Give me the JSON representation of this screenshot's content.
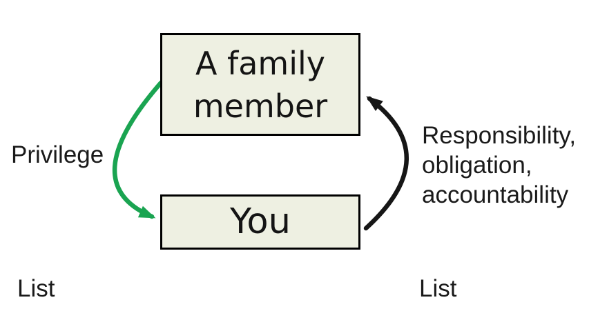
{
  "colors": {
    "background": "#ffffff",
    "box_fill": "#eef0e2",
    "box_border": "#000000",
    "green_arrow": "#1aa451",
    "black_arrow": "#161616",
    "text": "#1a1a1a"
  },
  "nodes": {
    "family_member": {
      "label": "A family member"
    },
    "you": {
      "label": "You"
    }
  },
  "arrows": {
    "privilege": {
      "label": "Privilege",
      "from": "A family member",
      "to": "You",
      "color": "#1aa451"
    },
    "responsibility": {
      "label": "Responsibility,\nobligation,\naccountability",
      "from": "You",
      "to": "A family member",
      "color": "#161616"
    }
  },
  "footnotes": {
    "left": "List",
    "right": "List"
  }
}
